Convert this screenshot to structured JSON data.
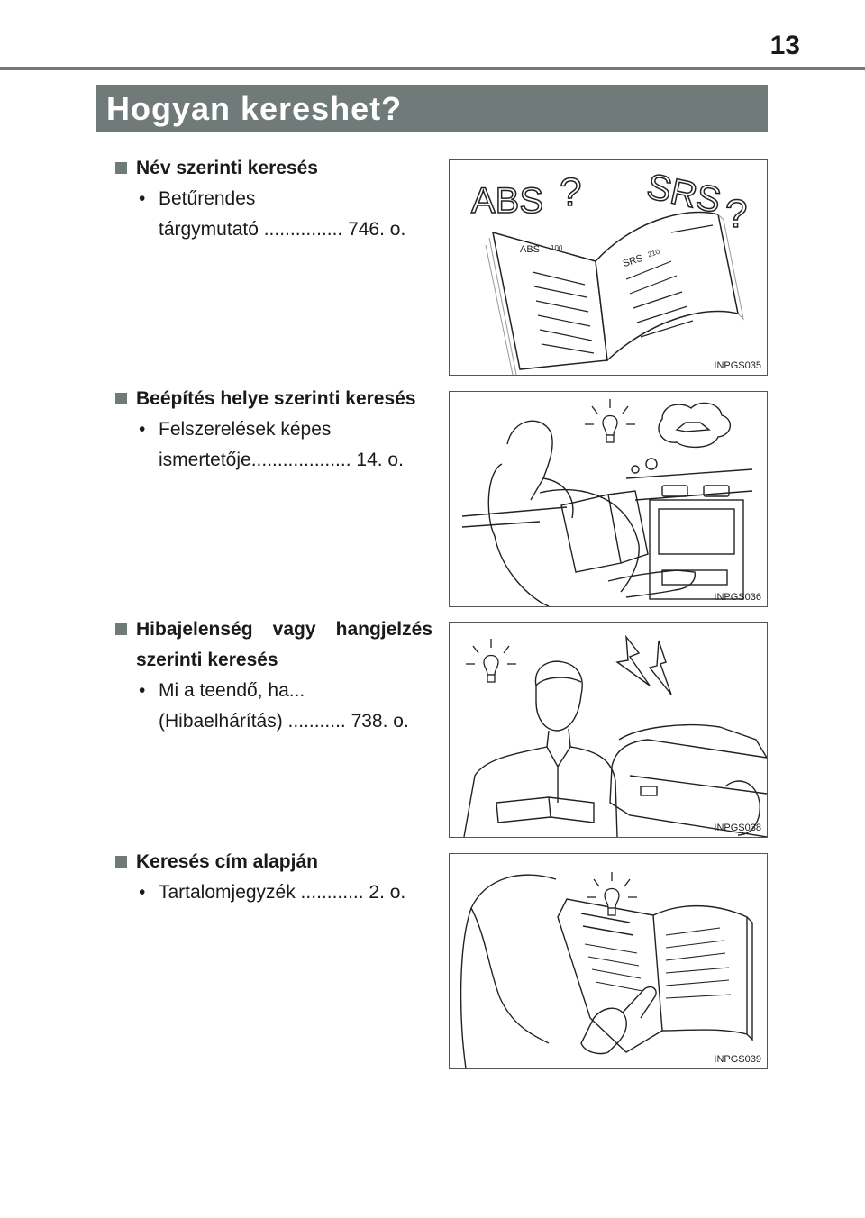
{
  "page_number": "13",
  "title": "Hogyan kereshet?",
  "sections": [
    {
      "heading": "Név szerinti keresés",
      "item_lines": [
        "Betűrendes",
        "tárgymutató ............... 746. o."
      ],
      "figure": {
        "code": "INPGS035",
        "labels": {
          "big_left": "ABS",
          "big_right": "SRS",
          "q": "?",
          "small_left": "ABS",
          "small_left_num": "100",
          "small_right": "SRS",
          "small_right_num": "210"
        }
      }
    },
    {
      "heading": "Beépítés helye szerinti keresés",
      "item_lines": [
        "Felszerelések képes",
        "ismertetője................... 14. o."
      ],
      "figure": {
        "code": "INPGS036"
      }
    },
    {
      "heading": "Hibajelenség vagy hangjelzés szerinti keresés",
      "item_lines": [
        "Mi a teendő, ha...",
        "(Hibaelhárítás) ........... 738. o."
      ],
      "figure": {
        "code": "INPGS038"
      }
    },
    {
      "heading": "Keresés cím alapján",
      "item_lines": [
        "Tartalomjegyzék ............ 2. o."
      ],
      "figure": {
        "code": "INPGS039"
      }
    }
  ],
  "colors": {
    "accent_gray": "#6f7a79",
    "text": "#1a1a1a"
  }
}
